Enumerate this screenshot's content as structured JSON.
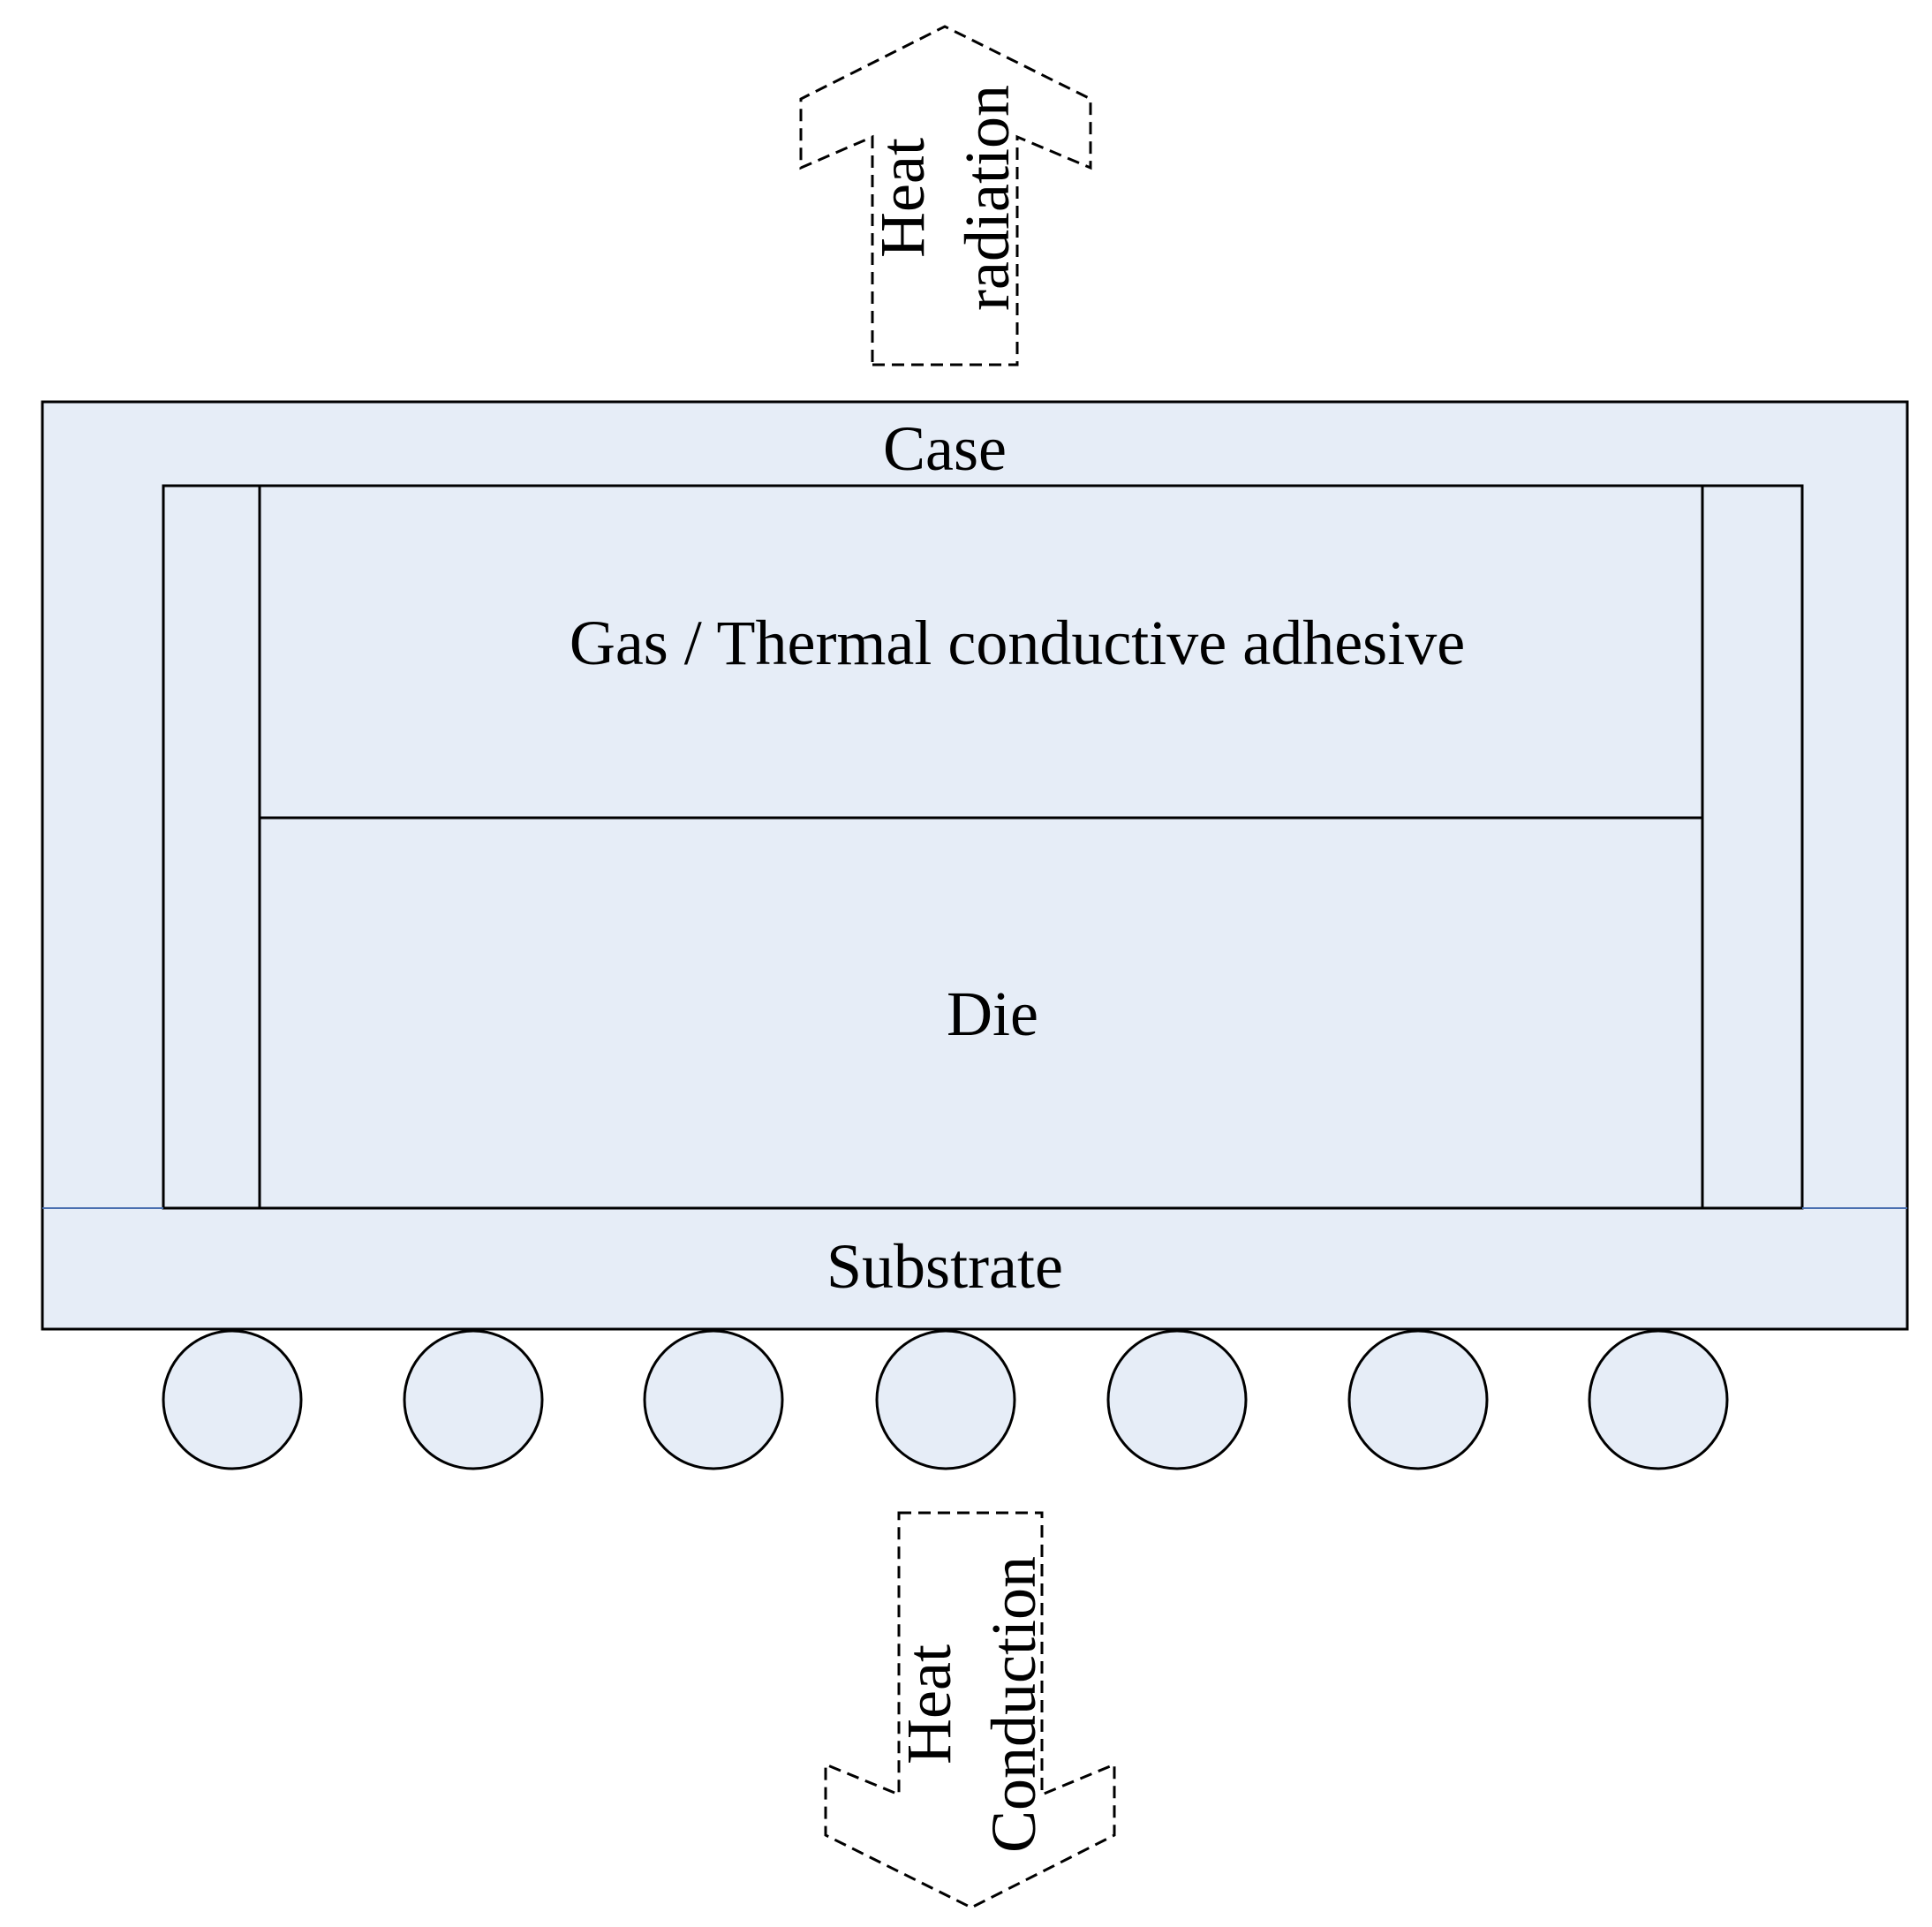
{
  "labels": {
    "case": "Case",
    "adhesive": "Gas / Thermal conductive adhesive",
    "die": "Die",
    "substrate": "Substrate"
  },
  "arrows": {
    "radiation": {
      "line1": "Heat",
      "line2": "radiation"
    },
    "conduction": {
      "line1": "Heat",
      "line2": "Conduction"
    }
  },
  "solder_ball_count": 7
}
